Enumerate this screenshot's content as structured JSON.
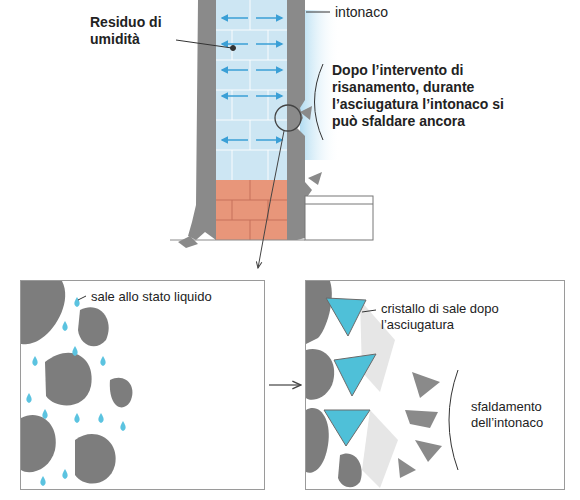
{
  "diagram": {
    "nodes": [
      {
        "text": [
          "sale allo stato liquido"
        ]
      },
      {
        "text": [
          "cristallo di sale dopo l’asciugatura",
          "sfaldamento dell’intonaco"
        ]
      }
    ],
    "edges": [
      {
        "from": 0,
        "to": 1,
        "arrow": "to"
      }
    ],
    "labels": [
      "Residuo di umidità",
      "intonaco",
      "Dopo l’intervento di risanamento, durante l’asciugatura l’intonaco si può sfaldare ancora"
    ]
  }
}
